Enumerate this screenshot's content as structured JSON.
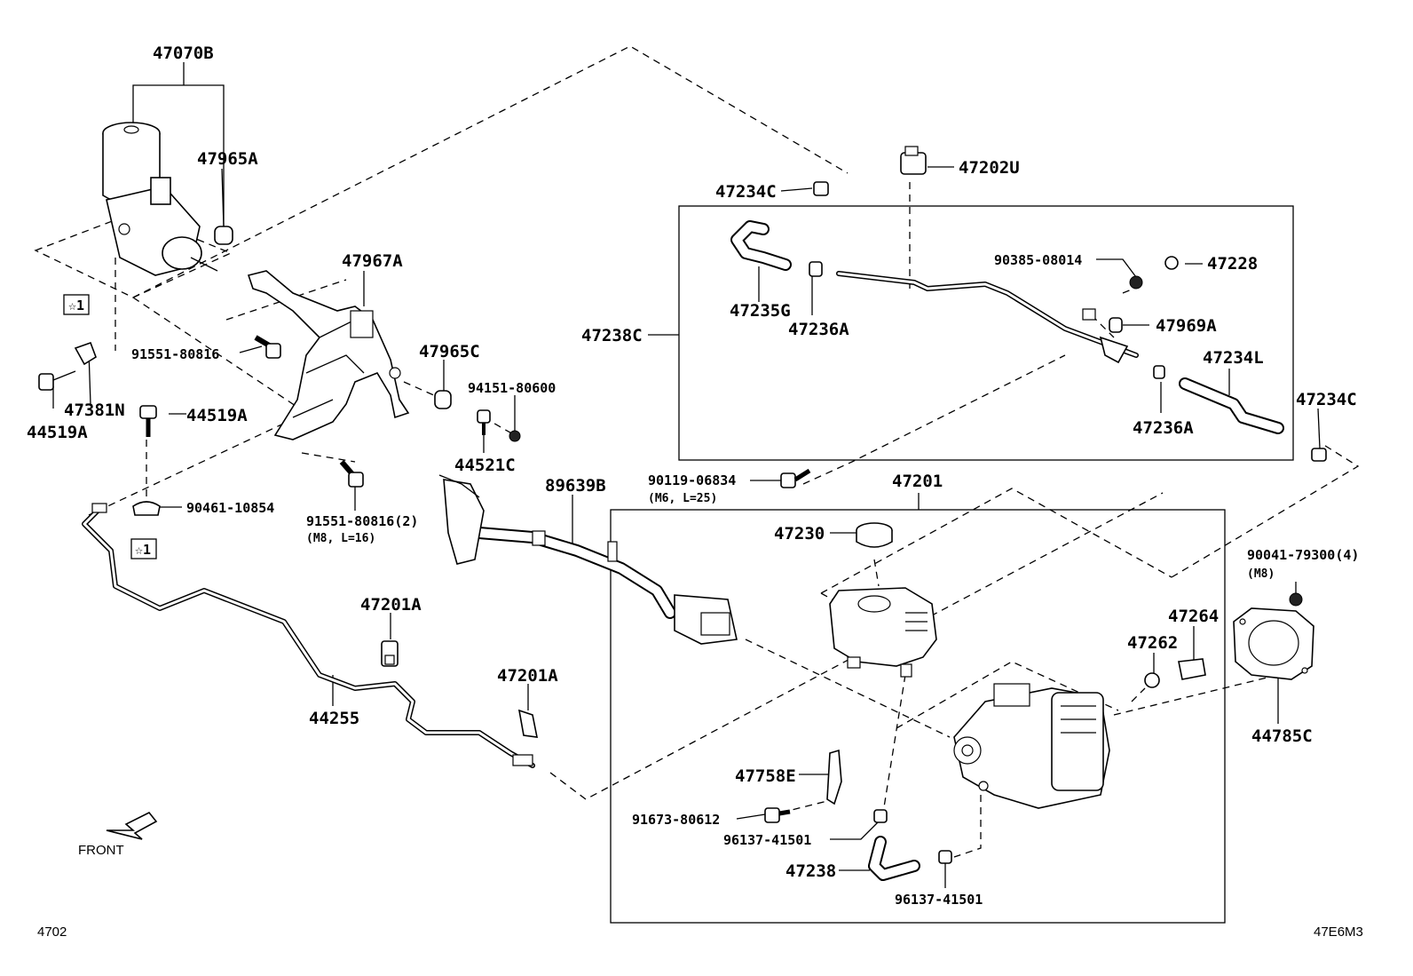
{
  "labels": {
    "p47070B": "47070B",
    "p47965A": "47965A",
    "star1_top": "☆1",
    "p47381N": "47381N",
    "p44519A_left": "44519A",
    "p44519A_right": "44519A",
    "p91551_80816": "91551-80816",
    "p47967A": "47967A",
    "p47965C": "47965C",
    "p94151_80600": "94151-80600",
    "p44521C": "44521C",
    "p90461_10854": "90461-10854",
    "star1_bottom": "☆1",
    "p91551_80816_2": "91551-80816(2)",
    "p91551_note": "(M8, L=16)",
    "p89639B": "89639B",
    "p47201A_upper": "47201A",
    "p47201A_lower": "47201A",
    "p44255": "44255",
    "p47234C_top": "47234C",
    "p47202U": "47202U",
    "p90385_08014": "90385-08014",
    "p47228": "47228",
    "p47238C": "47238C",
    "p47235G": "47235G",
    "p47236A_left": "47236A",
    "p47969A": "47969A",
    "p47234L": "47234L",
    "p47236A_right": "47236A",
    "p47234C_right": "47234C",
    "p90119_06834": "90119-06834",
    "p90119_note": "(M6, L=25)",
    "p47201": "47201",
    "p47230": "47230",
    "p90041_79300": "90041-79300(4)",
    "p90041_note": "(M8)",
    "p47264": "47264",
    "p47262": "47262",
    "p44785C": "44785C",
    "p47758E": "47758E",
    "p91673_80612": "91673-80612",
    "p96137_41501_a": "96137-41501",
    "p47238": "47238",
    "p96137_41501_b": "96137-41501"
  },
  "front_label": "FRONT",
  "footer_left": "4702",
  "footer_right": "47E6M3",
  "icons": {
    "front_arrow": "front-arrow-icon"
  }
}
